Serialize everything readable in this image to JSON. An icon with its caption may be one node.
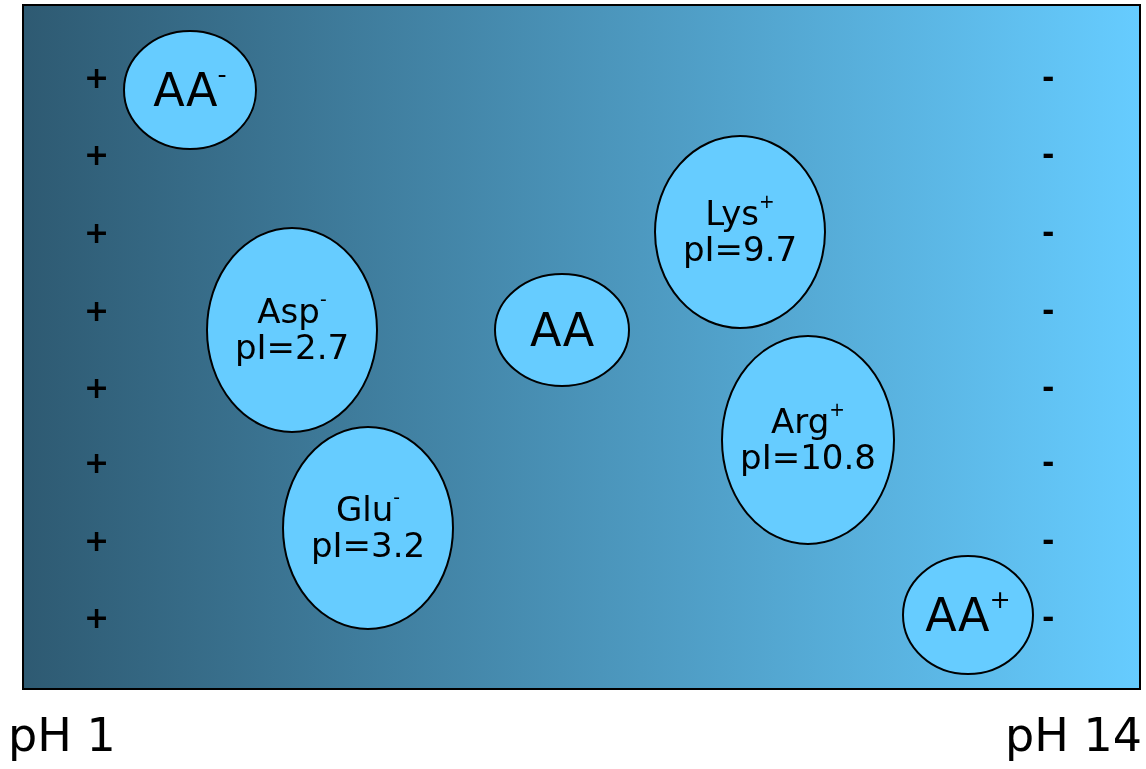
{
  "diagram": {
    "nodes": [
      {
        "text": [
          "AA$^{-}$"
        ]
      },
      {
        "text": [
          "Lys$^{+}$",
          "pI=9.7"
        ]
      },
      {
        "text": [
          "Asp$^{-}$",
          "pI=2.7"
        ]
      },
      {
        "text": [
          "AA"
        ]
      },
      {
        "text": [
          "Arg$^{+}$",
          "pI=10.8"
        ]
      },
      {
        "text": [
          "Glu$^{-}$",
          "pI=3.2"
        ]
      },
      {
        "text": [
          "AA$^{+}$"
        ]
      }
    ],
    "labels": [
      "+",
      "-",
      "+",
      "-",
      "+",
      "-",
      "+",
      "-",
      "+",
      "-",
      "+",
      "-",
      "+",
      "-",
      "+",
      "-",
      "pH 1",
      "pH 14"
    ]
  }
}
